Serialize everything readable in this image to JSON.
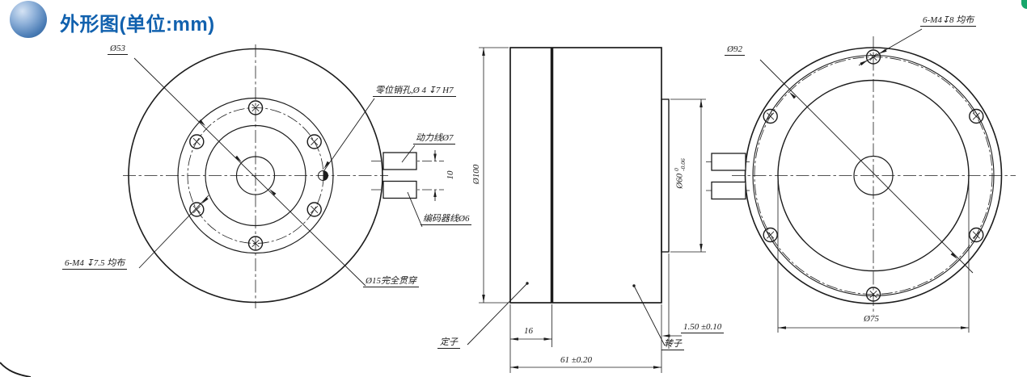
{
  "header": {
    "title": "外形图(单位:mm)"
  },
  "drawing": {
    "front_view": {
      "bolt_circle_dia": "Ø53",
      "zero_pin_label": "零位销孔,Ø 4 ↧7 H7",
      "power_cable_label": "动力线Ø7",
      "encoder_cable_label": "编码器线Ø6",
      "mount_holes_label": "6-M4 ↧7.5 均布",
      "through_hole_label": "Ø15完全贯穿",
      "cable_spacing": "10"
    },
    "side_view": {
      "outer_dia": "Ø100",
      "stator_width": "16",
      "overall_length": "61 ±0.20",
      "rotor_face_offset": "1.50 ±0.10",
      "stator_label": "定子",
      "rotor_label": "转子",
      "hub_dia": "Ø60",
      "hub_tol_upper": "0",
      "hub_tol_lower": "-0.06"
    },
    "rear_view": {
      "bolt_circle_dia": "Ø92",
      "mount_holes_label": "6-M4↧8 均布",
      "boss_dia": "Ø75"
    }
  }
}
